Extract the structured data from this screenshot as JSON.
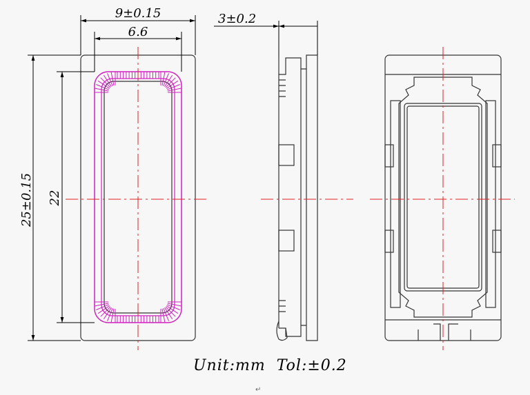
{
  "dimensions": {
    "width_outer": "9±0.15",
    "width_inner": "6.6",
    "height_outer": "25±0.15",
    "height_inner": "22",
    "thickness": "3±0.2"
  },
  "footer": {
    "unit_tol": "Unit:mm  Tol:±0.2",
    "return_mark": "↵"
  },
  "colors": {
    "outline": "#333333",
    "centerline": "#e02020",
    "membrane": "#d020c0",
    "background": "#f7f7f7"
  }
}
